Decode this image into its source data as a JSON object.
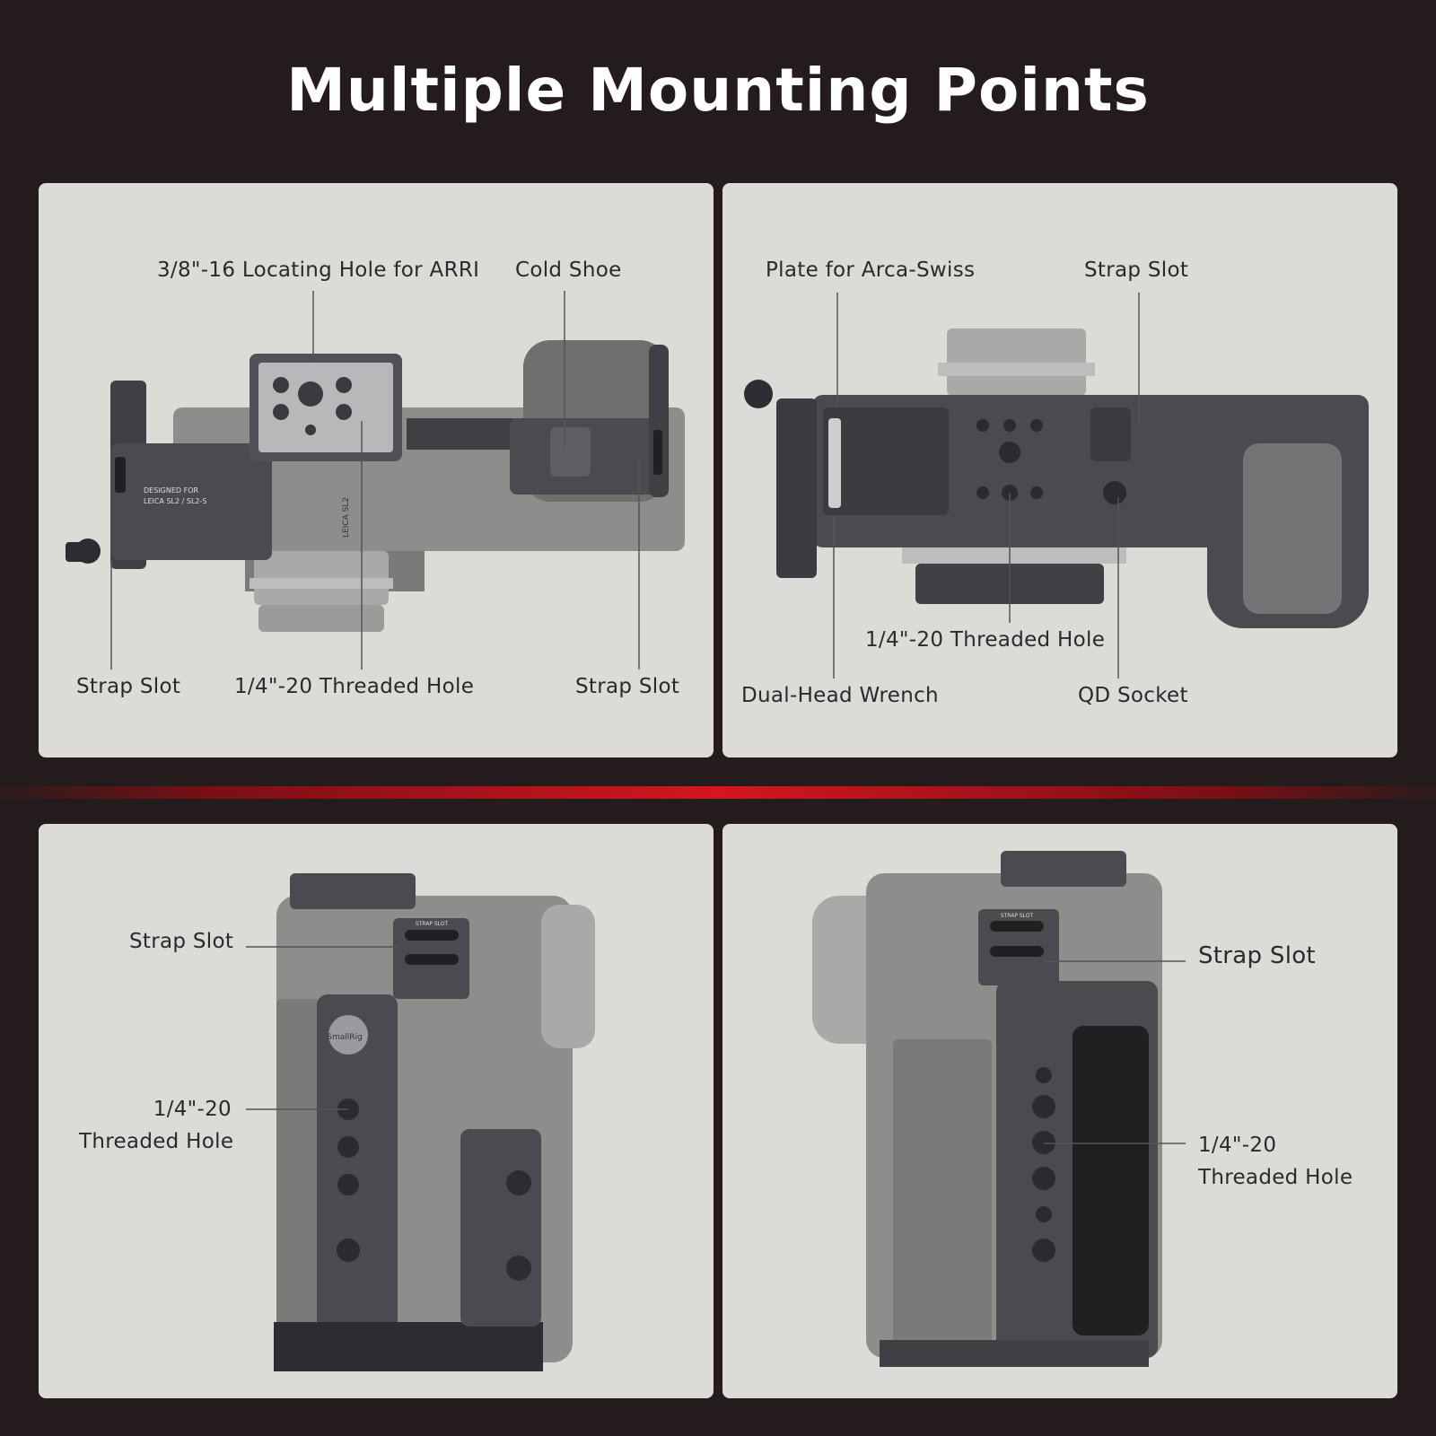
{
  "title": "Multiple Mounting Points",
  "panels": {
    "top_view": {
      "locating_hole": "3/8\"-16 Locating Hole for ARRI",
      "cold_shoe": "Cold Shoe",
      "strap_slot_left": "Strap Slot",
      "threaded_hole": "1/4\"-20 Threaded Hole",
      "strap_slot_right": "Strap Slot",
      "engraving_line1": "DESIGNED FOR",
      "engraving_line2": "LEICA SL2 / SL2-S",
      "camera_model": "LEICA SL2"
    },
    "bottom_view": {
      "arca_plate": "Plate for Arca-Swiss",
      "strap_slot": "Strap Slot",
      "threaded_hole": "1/4\"-20 Threaded Hole",
      "wrench": "Dual-Head Wrench",
      "qd_socket": "QD Socket"
    },
    "left_side": {
      "strap_slot": "Strap Slot",
      "threaded_line1": "1/4\"-20",
      "threaded_line2": "Threaded Hole",
      "brand": "SmallRig",
      "strap_engraving": "STRAP SLOT"
    },
    "right_side": {
      "strap_slot": "Strap Slot",
      "threaded_line1": "1/4\"-20",
      "threaded_line2": "Threaded Hole",
      "strap_engraving": "STRAP SLOT"
    }
  },
  "colors": {
    "background": "#241b1c",
    "panel": "#dcdbd8",
    "accent_red": "#d41620",
    "cage_metal": "#4a4b4f",
    "camera_body": "#8c8c8a"
  }
}
